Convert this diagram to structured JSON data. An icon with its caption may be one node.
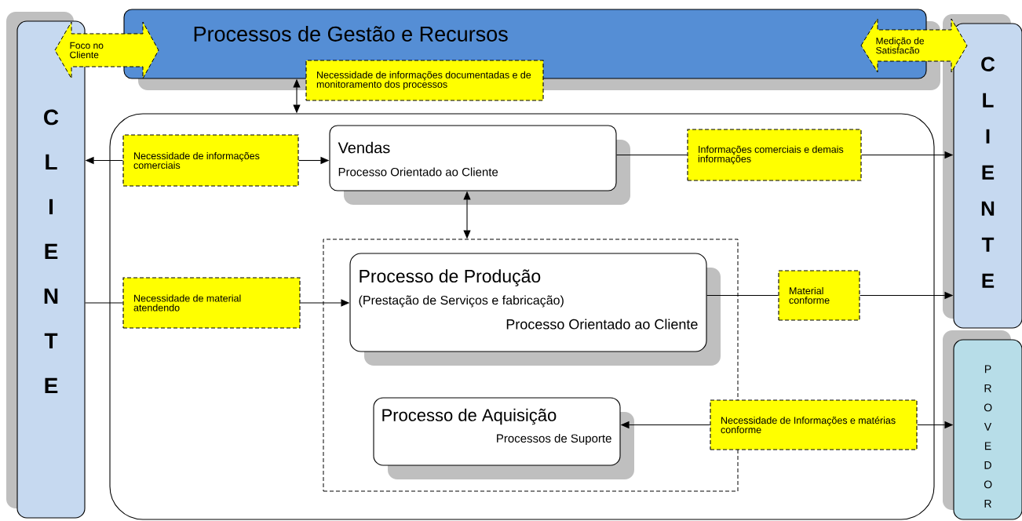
{
  "diagram": {
    "nodes": [
      {
        "text": [
          "C L I E N T E"
        ]
      },
      {
        "text": [
          "Processos de Gestão e Recursos"
        ]
      },
      {
        "text": [
          "C L I E N T E"
        ]
      },
      {
        "text": [
          "Necessidade de informações documentadas e de monitoramento dos processos"
        ]
      },
      {
        "text": [],
        "shape": "box"
      },
      {
        "text": [
          "Necessidade de informações comerciais"
        ],
        "in": 4
      },
      {
        "text": [
          "Vendas",
          "Processo Orientado ao Cliente"
        ],
        "in": 4
      },
      {
        "text": [
          "Informações comerciais e demais informações"
        ],
        "in": 4
      },
      {
        "text": [],
        "shape": "box",
        "in": 4
      },
      {
        "text": [
          "Necessidade de material atendendo"
        ],
        "in": 4
      },
      {
        "text": [
          "Processo de Produção",
          "(Prestação de Serviços e fabricação)",
          "Processo Orientado ao Cliente"
        ],
        "in": 8
      },
      {
        "text": [
          "Material conforme"
        ],
        "in": 4
      },
      {
        "text": [
          "Processo de Aquisição",
          "Processos de Suporte"
        ],
        "in": 8
      },
      {
        "text": [
          "Necessidade de Informações e matérias conforme"
        ],
        "in": 4
      },
      {
        "text": [
          "P R O V E D O R"
        ]
      }
    ],
    "edges": [
      {
        "from": 0,
        "to": 1,
        "arrow": "both",
        "label": "Foco no Cliente",
        "style": "dashed",
        "color": "#ffff00"
      },
      {
        "from": 1,
        "to": 2,
        "arrow": "both",
        "label": "Medição de Satisfacão",
        "style": "dashed",
        "color": "#ffff00"
      },
      {
        "from": 1,
        "to": 4,
        "arrow": "both"
      },
      {
        "from": 5,
        "to": 0,
        "arrow": "to"
      },
      {
        "from": 5,
        "to": 6,
        "arrow": "to"
      },
      {
        "from": 6,
        "to": 7,
        "arrow": "none"
      },
      {
        "from": 7,
        "to": 2,
        "arrow": "to"
      },
      {
        "from": 6,
        "to": 8,
        "arrow": "both"
      },
      {
        "from": 0,
        "to": 9,
        "arrow": "none"
      },
      {
        "from": 9,
        "to": 10,
        "arrow": "to"
      },
      {
        "from": 10,
        "to": 11,
        "arrow": "none"
      },
      {
        "from": 11,
        "to": 2,
        "arrow": "to"
      },
      {
        "from": 13,
        "to": 12,
        "arrow": "to"
      },
      {
        "from": 13,
        "to": 14,
        "arrow": "to"
      }
    ]
  }
}
